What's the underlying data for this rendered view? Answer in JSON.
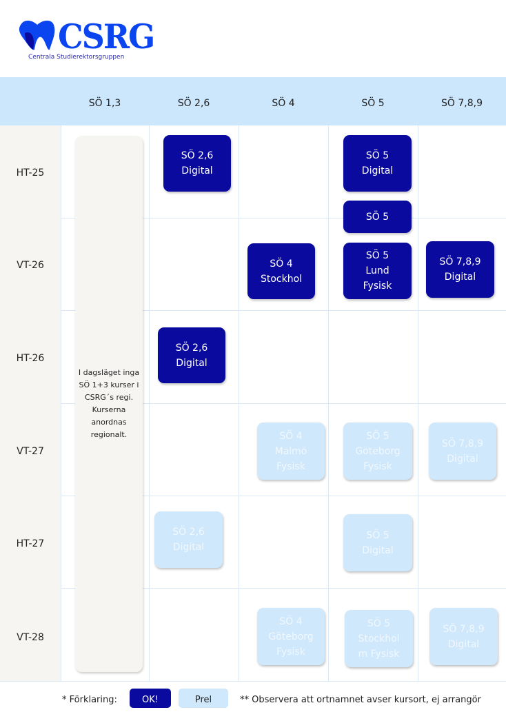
{
  "logo": {
    "text": "CSRG",
    "subtitle": "Centrala Studierektorsgruppen"
  },
  "columns": [
    "SÖ 1,3",
    "SÖ 2,6",
    "SÖ 4",
    "SÖ 5",
    "SÖ 7,8,9"
  ],
  "rows": [
    "HT-25",
    "VT-26",
    "HT-26",
    "VT-27",
    "HT-27",
    "VT-28"
  ],
  "note": "I dagsläget inga SÖ 1+3 kurser i CSRG´s regi. Kurserna anordnas regionalt.",
  "cards": [
    "SÖ 2,6\nDigital",
    "SÖ 5\nDigital",
    "SÖ 5",
    "SÖ 4\nStockhol",
    "SÖ 5\nLund\nFysisk",
    "SÖ 7,8,9\nDigital",
    "SÖ 2,6\nDigital",
    "SÖ 4\nMalmö\nFysisk",
    "SÖ 5\nGöteborg\nFysisk",
    "SÖ 7,8,9\nDigital",
    "SÖ 2,6\nDigital",
    "SÖ 5\nDigital",
    "SÖ 4\nGöteborg\nFysisk",
    "SÖ 5\nStockhol\nm Fysisk",
    "SÖ 7,8,9\nDigital"
  ],
  "legend": {
    "label": "* Förklaring:",
    "ok": "OK!",
    "prel": "Prel",
    "observe": "** Observera att ortnamnet avser kursort, ej arrangör"
  },
  "colors": {
    "confirmed": "#0a0a9e",
    "preliminary": "#cfe8fb",
    "header": "#cce6fb"
  }
}
